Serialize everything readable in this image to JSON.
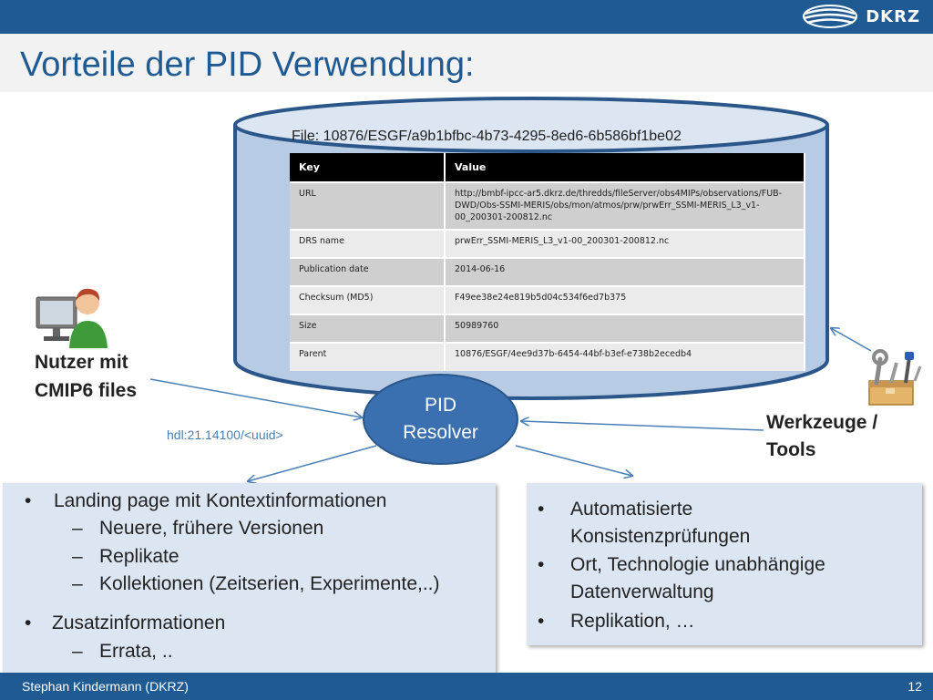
{
  "header": {
    "logo_text": "DKRZ",
    "title": "Vorteile der PID Verwendung:"
  },
  "file": {
    "label": "File: 10876/ESGF/a9b1bfbc-4b73-4295-8ed6-6b586bf1be02",
    "columns": [
      "Key",
      "Value"
    ],
    "rows": [
      {
        "key": "URL",
        "value": "http://bmbf-ipcc-ar5.dkrz.de/thredds/fileServer/obs4MIPs/observations/FUB-DWD/Obs-SSMI-MERIS/obs/mon/atmos/prw/prwErr_SSMI-MERIS_L3_v1-00_200301-200812.nc"
      },
      {
        "key": "DRS name",
        "value": "prwErr_SSMI-MERIS_L3_v1-00_200301-200812.nc"
      },
      {
        "key": "Publication date",
        "value": "2014-06-16"
      },
      {
        "key": "Checksum (MD5)",
        "value": "F49ee38e24e819b5d04c534f6ed7b375"
      },
      {
        "key": "Size",
        "value": "50989760"
      },
      {
        "key": "Parent",
        "value": "10876/ESGF/4ee9d37b-6454-44bf-b3ef-e738b2ecedb4"
      }
    ]
  },
  "user": {
    "label_line1": "Nutzer mit",
    "label_line2": "CMIP6 files",
    "icon": "user-computer-icon"
  },
  "tools": {
    "label_line1": "Werkzeuge /",
    "label_line2": "Tools",
    "icon": "toolbox-icon"
  },
  "resolver": {
    "line1": "PID",
    "line2": "Resolver"
  },
  "hdl_text": "hdl:21.14100/<uuid>",
  "left_box": {
    "bullet1": "Landing page mit Kontextinformationen",
    "sub1": [
      "Neuere, frühere Versionen",
      "Replikate",
      "Kollektionen (Zeitserien, Experimente,..)"
    ],
    "bullet2": "Zusatzinformationen",
    "sub2": [
      "Errata, .."
    ]
  },
  "right_box": {
    "bullets": [
      {
        "line1": "Automatisierte",
        "line2": "Konsistenzprüfungen"
      },
      {
        "line1": "Ort, Technologie unabhängige",
        "line2": "Datenverwaltung"
      },
      {
        "line1": "Replikation, …",
        "line2": ""
      }
    ]
  },
  "footer": {
    "author": "Stephan Kindermann (DKRZ)",
    "page": "12"
  },
  "colors": {
    "brand_blue": "#1f5a93",
    "resolver_blue": "#3a6fb0",
    "box_bg": "#dce6f2",
    "hdl_text": "#4a7fb5"
  }
}
